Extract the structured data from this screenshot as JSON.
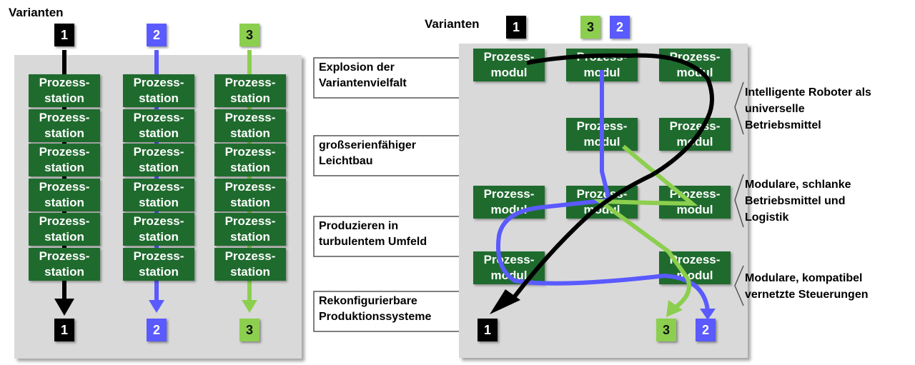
{
  "left": {
    "heading": "Varianten",
    "top_badges": [
      "1",
      "2",
      "3"
    ],
    "bottom_badges": [
      "1",
      "2",
      "3"
    ],
    "station_line1": "Prozess-",
    "station_line2": "station",
    "stations_per_column": 6
  },
  "right": {
    "heading": "Varianten",
    "top_badges": [
      "1",
      "3",
      "2"
    ],
    "bottom_badges": [
      "1",
      "3",
      "2"
    ],
    "modul_line1": "Prozess-",
    "modul_line2": "modul",
    "callouts": [
      {
        "line1": "Explosion der",
        "line2": "Variantenvielfalt"
      },
      {
        "line1": "großserienfähiger",
        "line2": "Leichtbau"
      },
      {
        "line1": "Produzieren in",
        "line2": "turbulentem Umfeld"
      },
      {
        "line1": "Rekonfigurierbare",
        "line2": "Produktionssysteme"
      }
    ],
    "side_labels": [
      {
        "lines": [
          "Intelligente Roboter als",
          "universelle",
          "Betriebsmittel"
        ]
      },
      {
        "lines": [
          "Modulare, schlanke",
          "Betriebsmittel und",
          "Logistik"
        ]
      },
      {
        "lines": [
          "Modulare, kompatibel",
          "vernetzte Steuerungen"
        ]
      }
    ]
  },
  "colors": {
    "variant1": "#000000",
    "variant2": "#5a5aff",
    "variant3": "#8ccf4f",
    "module": "#1f6b2e",
    "panel": "#d9d9d9"
  }
}
